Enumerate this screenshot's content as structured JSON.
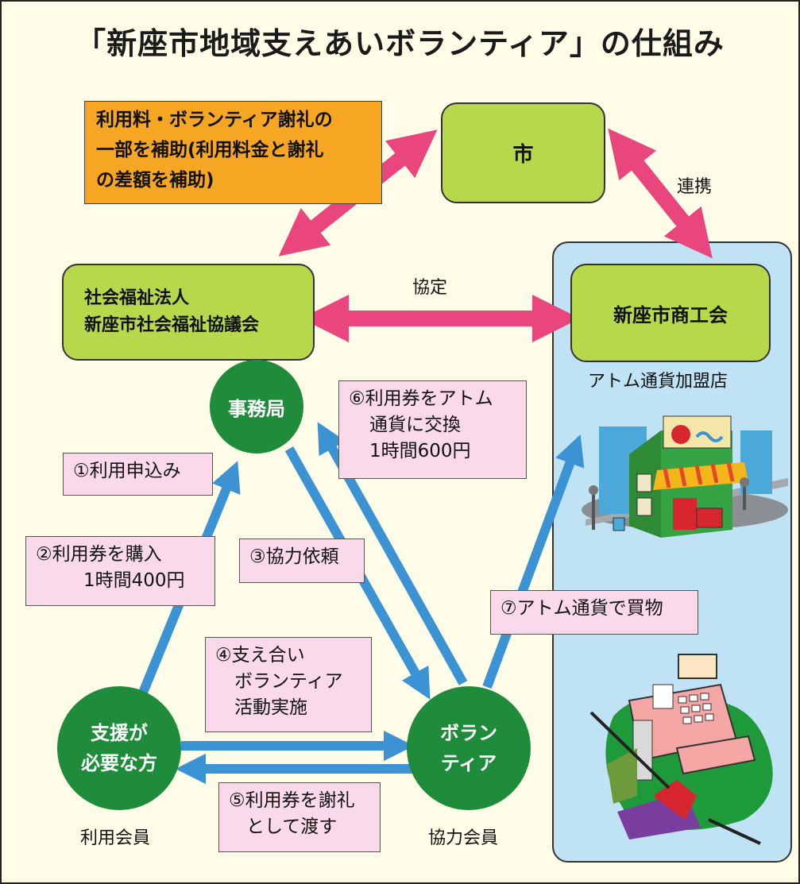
{
  "title": "「新座市地域支えあいボランティア」の仕組み",
  "nodes": {
    "city": "市",
    "council_line1": "社会福祉法人",
    "council_line2": "新座市社会福祉協議会",
    "chamber": "新座市商工会",
    "office": "事務局",
    "user_line1": "支援が",
    "user_line2": "必要な方",
    "volunteer_line1": "ボラン",
    "volunteer_line2": "ティア"
  },
  "labels": {
    "subsidy_line1": "利用料・ボランティア謝礼の",
    "subsidy_line2": "一部を補助(利用料金と謝礼",
    "subsidy_line3": "の差額を補助)",
    "partnership": "連携",
    "agreement": "協定",
    "member_stores": "アトム通貨加盟店",
    "user_member": "利用会員",
    "cooperating_member": "協力会員"
  },
  "steps": {
    "s1": "①利用申込み",
    "s2_line1": "②利用券を購入",
    "s2_line2": "1時間400円",
    "s3": "③協力依頼",
    "s4_line1": "④支え合い",
    "s4_line2": "ボランティア",
    "s4_line3": "活動実施",
    "s5_line1": "⑤利用券を謝礼",
    "s5_line2": "として渡す",
    "s6_line1": "⑥利用券をアトム",
    "s6_line2": "通貨に交換",
    "s6_line3": "1時間600円",
    "s7": "⑦アトム通貨で買物"
  },
  "colors": {
    "green_box": "#b7d84b",
    "green_circle": "#1f8c3b",
    "pink_box": "#fadaea",
    "pink_arrow": "#e8467c",
    "blue_arrow": "#3b93d4",
    "blue_panel": "#bfe2f5",
    "orange_box": "#f6a623"
  },
  "icons": [
    "store-illustration",
    "cash-register-illustration"
  ]
}
